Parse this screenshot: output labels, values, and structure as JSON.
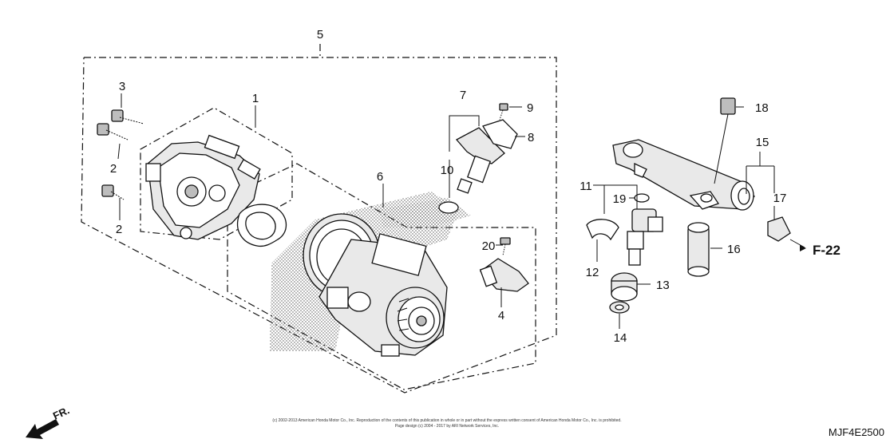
{
  "diagram": {
    "callouts": {
      "c1": "1",
      "c2a": "2",
      "c2b": "2",
      "c3": "3",
      "c4": "4",
      "c5": "5",
      "c6": "6",
      "c7": "7",
      "c8": "8",
      "c9": "9",
      "c10": "10",
      "c11": "11",
      "c12": "12",
      "c13": "13",
      "c14": "14",
      "c15": "15",
      "c16": "16",
      "c17": "17",
      "c18": "18",
      "c19": "19",
      "c20": "20"
    },
    "reference": "F-22",
    "front_marker": "FR.",
    "code": "MJF4E2500",
    "copyright_line1": "(c) 2002-2013 American Honda Motor Co., Inc. Reproduction of the contents of this publication in whole or in part without the express written consent of American Honda Motor Co., Inc. is prohibited.",
    "copyright_line2": "Page design (c) 2004 - 2017 by ARI Network Services, Inc."
  }
}
